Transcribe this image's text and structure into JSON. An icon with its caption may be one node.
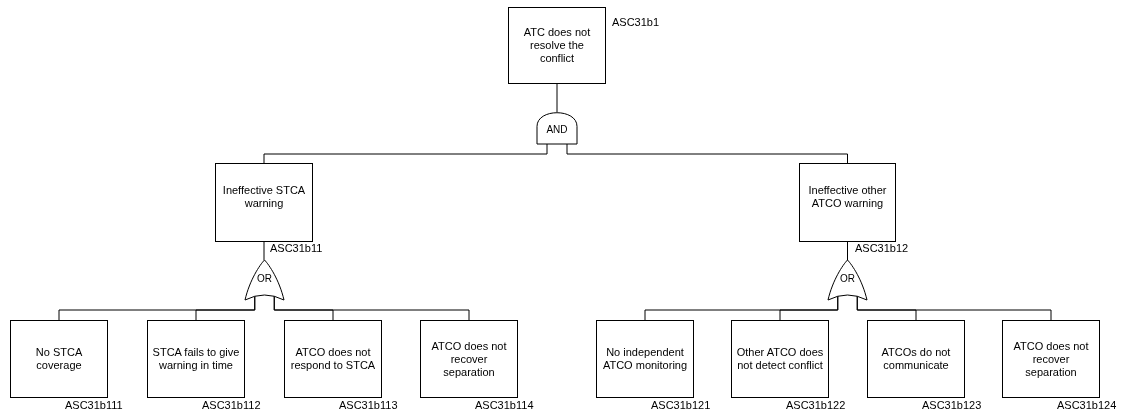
{
  "diagram": {
    "nodes": [
      {
        "text": [
          "ATC does not resolve the conflict"
        ],
        "beside": [
          "ASC31b1"
        ]
      },
      {
        "text": [
          "AND"
        ]
      },
      {
        "text": [
          "Ineffective STCA warning"
        ],
        "beside": [
          "ASC31b11"
        ]
      },
      {
        "text": [
          "Ineffective other ATCO warning"
        ],
        "beside": [
          "ASC31b12"
        ]
      },
      {
        "text": [
          "OR"
        ]
      },
      {
        "text": [
          "OR"
        ]
      },
      {
        "text": [
          "No STCA coverage"
        ],
        "beside": [
          "ASC31b111"
        ]
      },
      {
        "text": [
          "STCA fails to give warning in time"
        ],
        "beside": [
          "ASC31b112"
        ]
      },
      {
        "text": [
          "ATCO does not respond to STCA"
        ],
        "beside": [
          "ASC31b113"
        ]
      },
      {
        "text": [
          "ATCO does not recover separation"
        ],
        "beside": [
          "ASC31b114"
        ]
      },
      {
        "text": [
          "No independent ATCO monitoring"
        ],
        "beside": [
          "ASC31b121"
        ]
      },
      {
        "text": [
          "Other ATCO does not detect conflict"
        ],
        "beside": [
          "ASC31b122"
        ]
      },
      {
        "text": [
          "ATCOs do not communicate"
        ],
        "beside": [
          "ASC31b123"
        ]
      },
      {
        "text": [
          "ATCO does not recover separation"
        ],
        "beside": [
          "ASC31b124"
        ]
      }
    ],
    "edges": [
      {
        "from": 0,
        "to": 1,
        "arrow": "none"
      },
      {
        "from": 1,
        "to": 2,
        "arrow": "none"
      },
      {
        "from": 1,
        "to": 3,
        "arrow": "none"
      },
      {
        "from": 2,
        "to": 4,
        "arrow": "none"
      },
      {
        "from": 3,
        "to": 5,
        "arrow": "none"
      },
      {
        "from": 4,
        "to": 6,
        "arrow": "none"
      },
      {
        "from": 4,
        "to": 7,
        "arrow": "none"
      },
      {
        "from": 4,
        "to": 8,
        "arrow": "none"
      },
      {
        "from": 4,
        "to": 9,
        "arrow": "none"
      },
      {
        "from": 5,
        "to": 10,
        "arrow": "none"
      },
      {
        "from": 5,
        "to": 11,
        "arrow": "none"
      },
      {
        "from": 5,
        "to": 12,
        "arrow": "none"
      },
      {
        "from": 5,
        "to": 13,
        "arrow": "none"
      }
    ]
  }
}
